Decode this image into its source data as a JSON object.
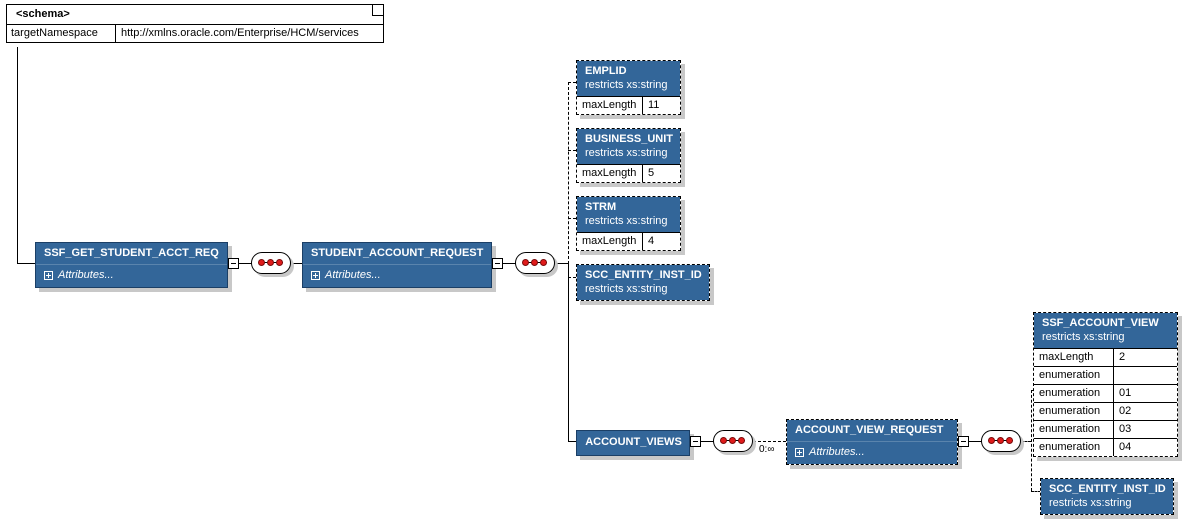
{
  "diagram": {
    "title": "XSD schema diagram",
    "colors": {
      "node_blue": "#336699",
      "node_border": "#1b3f66",
      "shadow": "#c8c8c8",
      "connector_dot": "#e01b1b",
      "background": "#ffffff"
    }
  },
  "schema": {
    "title": "<schema>",
    "attribute_key": "targetNamespace",
    "attribute_value": "http://xmlns.oracle.com/Enterprise/HCM/services"
  },
  "nodes": {
    "root_request": {
      "name": "SSF_GET_STUDENT_ACCT_REQ",
      "attributes_label": "Attributes..."
    },
    "student_account_request": {
      "name": "STUDENT_ACCOUNT_REQUEST",
      "attributes_label": "Attributes..."
    },
    "emplid": {
      "name": "EMPLID",
      "restriction": "restricts xs:string",
      "facets": [
        {
          "key": "maxLength",
          "value": "11"
        }
      ]
    },
    "business_unit": {
      "name": "BUSINESS_UNIT",
      "restriction": "restricts xs:string",
      "facets": [
        {
          "key": "maxLength",
          "value": "5"
        }
      ]
    },
    "strm": {
      "name": "STRM",
      "restriction": "restricts xs:string",
      "facets": [
        {
          "key": "maxLength",
          "value": "4"
        }
      ]
    },
    "scc_entity_inst_id_top": {
      "name": "SCC_ENTITY_INST_ID",
      "restriction": "restricts xs:string",
      "facets": []
    },
    "account_views": {
      "name": "ACCOUNT_VIEWS"
    },
    "account_view_request": {
      "name": "ACCOUNT_VIEW_REQUEST",
      "attributes_label": "Attributes...",
      "cardinality": "0:∞"
    },
    "ssf_account_view": {
      "name": "SSF_ACCOUNT_VIEW",
      "restriction": "restricts xs:string",
      "facets": [
        {
          "key": "maxLength",
          "value": "2"
        },
        {
          "key": "enumeration",
          "value": ""
        },
        {
          "key": "enumeration",
          "value": "01"
        },
        {
          "key": "enumeration",
          "value": "02"
        },
        {
          "key": "enumeration",
          "value": "03"
        },
        {
          "key": "enumeration",
          "value": "04"
        }
      ]
    },
    "scc_entity_inst_id_bottom": {
      "name": "SCC_ENTITY_INST_ID",
      "restriction": "restricts xs:string",
      "facets": []
    }
  },
  "cardinality_labels": {
    "account_views_to_request": "0:∞"
  }
}
